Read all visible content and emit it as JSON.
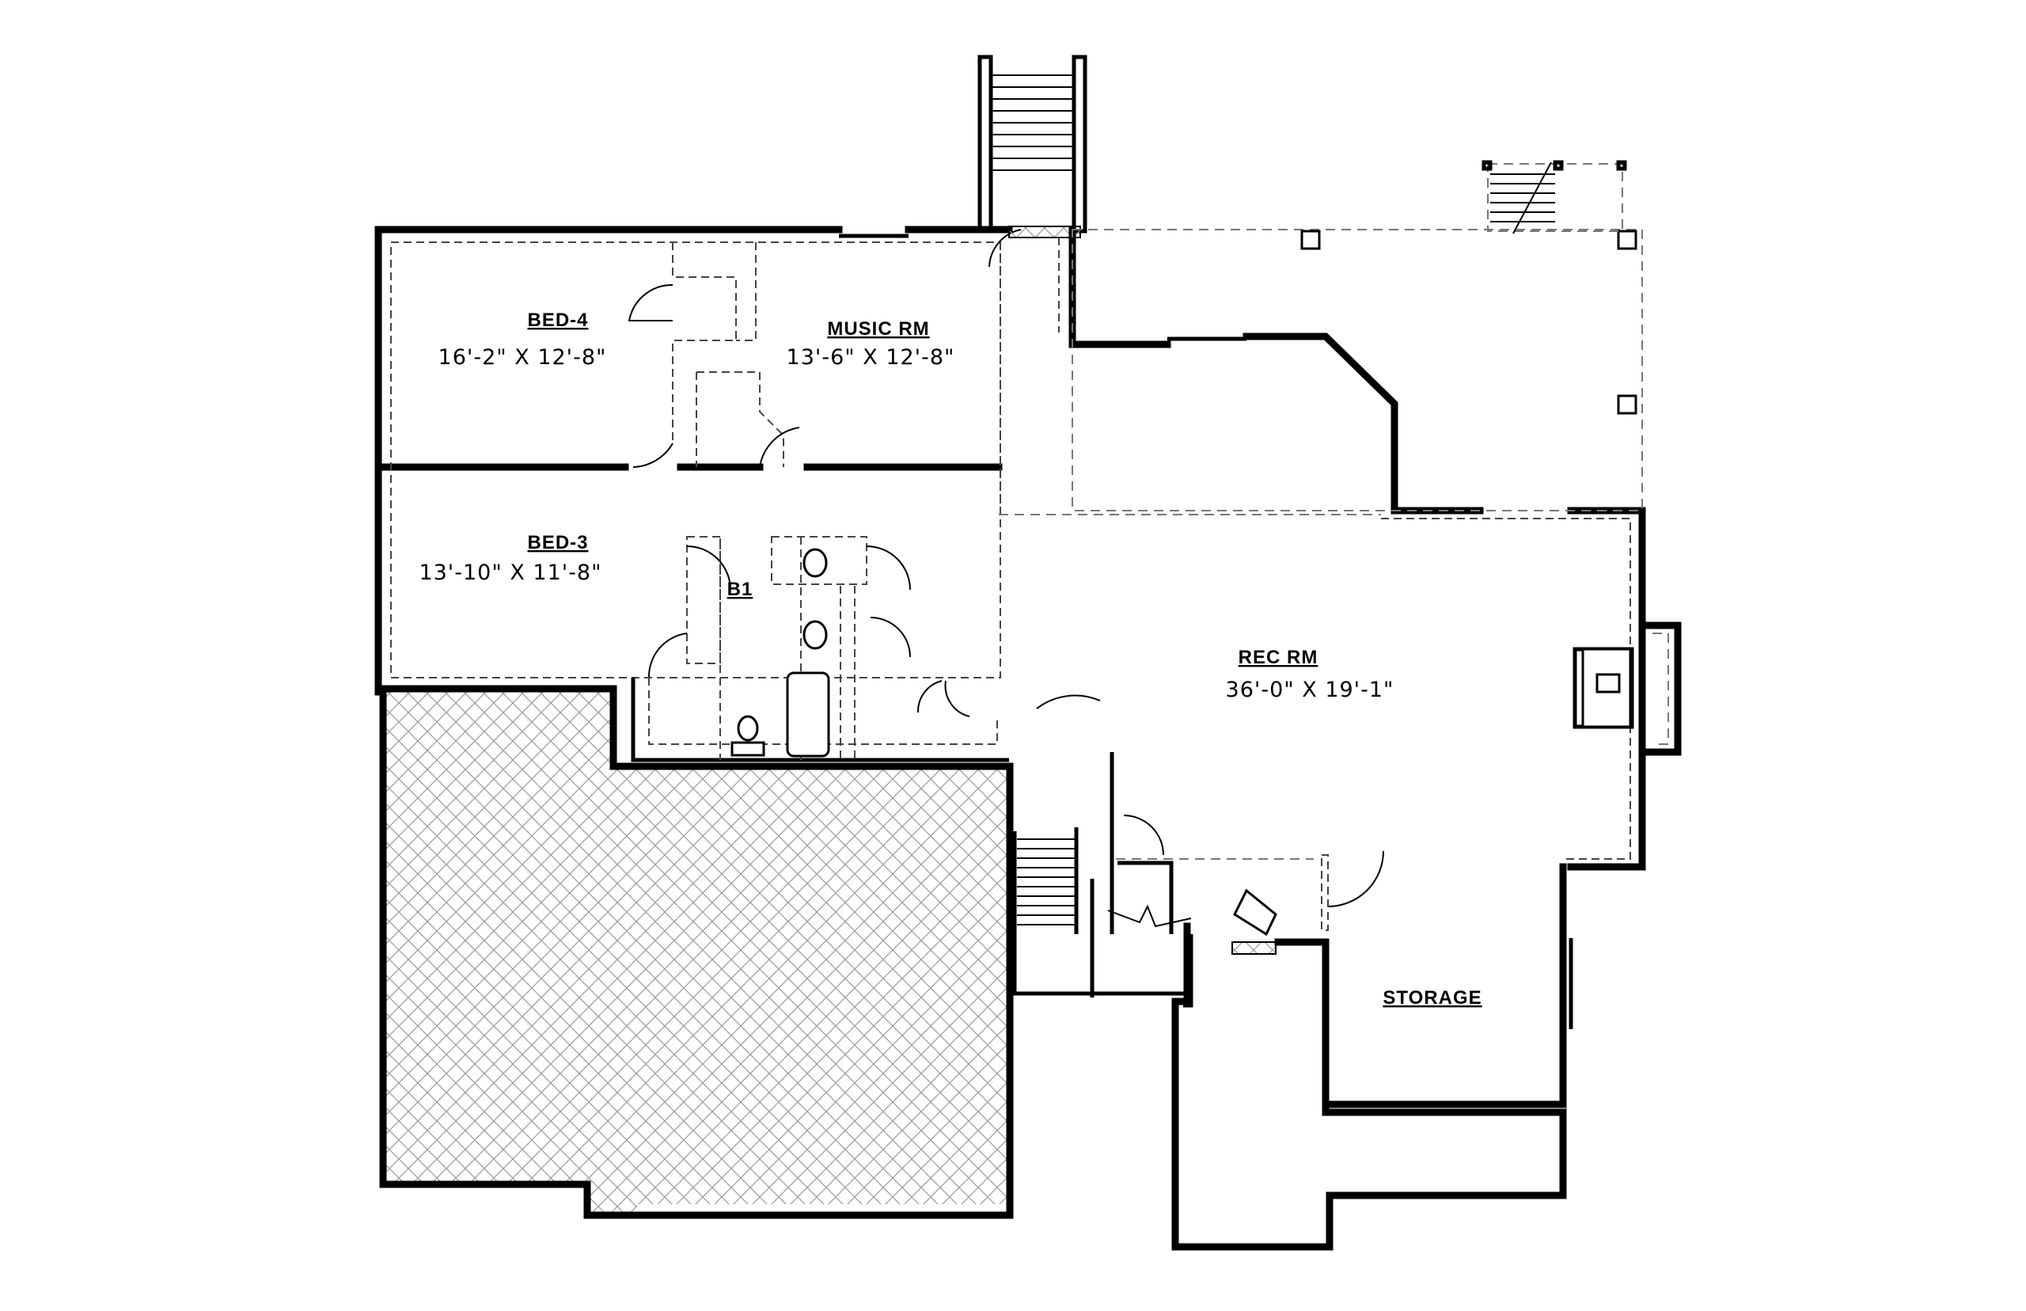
{
  "rooms": {
    "bed4": {
      "name": "BED-4",
      "dims": "16'-2\" X 12'-8\""
    },
    "music": {
      "name": "MUSIC RM",
      "dims": "13'-6\" X 12'-8\""
    },
    "bed3": {
      "name": "BED-3",
      "dims": "13'-10\" X 11'-8\""
    },
    "bath": {
      "name": "B1"
    },
    "rec": {
      "name": "REC RM",
      "dims": "36'-0\" X 19'-1\""
    },
    "storage": {
      "name": "STORAGE"
    }
  },
  "colors": {
    "line": "#000000",
    "hatch": "#9a9a9a",
    "background": "#ffffff"
  }
}
